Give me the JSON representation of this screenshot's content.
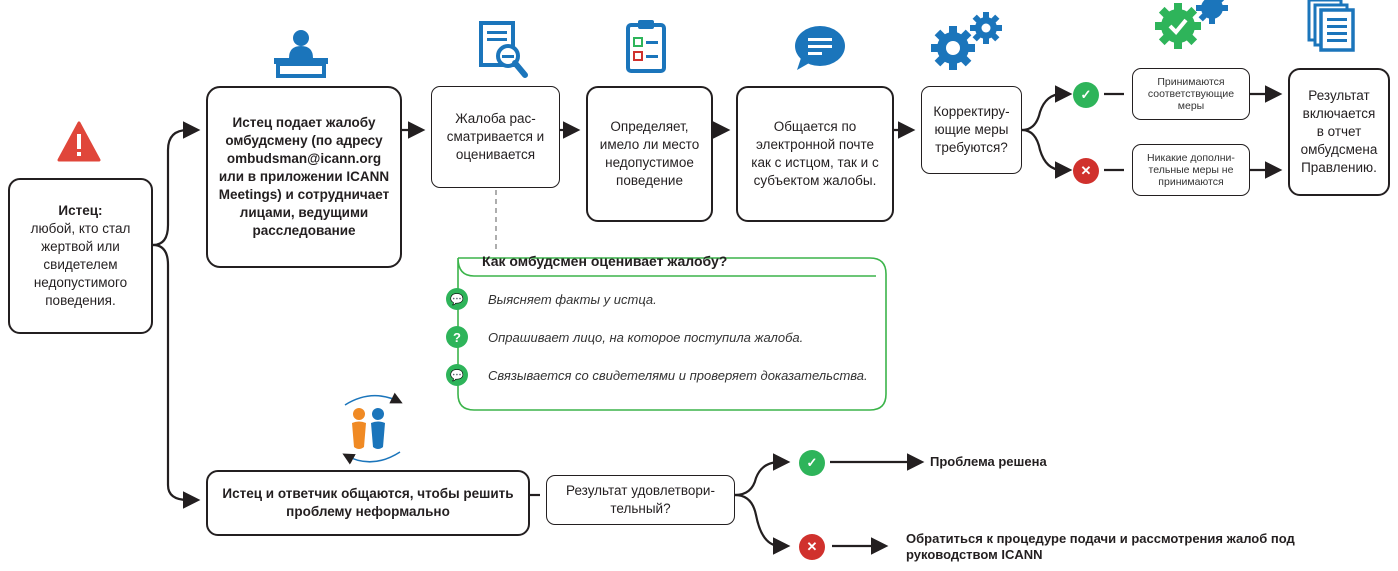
{
  "complainant": {
    "title": "Истец:",
    "text": "любой, кто стал жертвой или свидетелем недопустимого поведения."
  },
  "steps": {
    "file": "Истец подает жалобу омбудсмену (по адресу ombudsman@icann.org или в приложении ICANN Meetings) и сотрудничает лицами, ведущими расследование",
    "review": "Жалоба рас-\nсматривается и\nоценивается",
    "determine": "Определяет,\nимело ли место\nнедопустимое\nповедение",
    "communicate": "Общается по\nэлектронной почте\nкак с истцом, так и с\nсубъектом жалобы.",
    "corrective": "Корректиру-\nющие меры\nтребуются?",
    "accepted": "Принимаются\nсоответствующие\nмеры",
    "not_accepted": "Никакие дополни-\nтельные меры не\nпринимаются",
    "result": "Результат\nвключается\nв отчет\nомбудсмена\nПравлению."
  },
  "evaluation": {
    "title": "Как омбудсмен оценивает жалобу?",
    "items": [
      "Выясняет факты у истца.",
      "Опрашивает лицо, на которое поступила жалоба.",
      "Связывается со свидетелями и проверяет доказательства."
    ]
  },
  "informal": {
    "step": "Истец и ответчик общаются, чтобы решить проблему неформально",
    "question": "Результат удовлетвори-\nтельный?",
    "yes": "Проблема решена",
    "no": "Обратиться к процедуре подачи и рассмотрения жалоб под руководством ICANN"
  },
  "colors": {
    "blue": "#1b75bb",
    "green": "#2eb45a",
    "red": "#d0312d",
    "panel_border": "#3bb44a",
    "warning": "#e0463a"
  },
  "icons": [
    "warning-icon",
    "ombudsman-desk-icon",
    "document-magnifier-icon",
    "checklist-icon",
    "speech-bubble-icon",
    "gears-icon",
    "gear-check-icon",
    "stacked-documents-icon",
    "people-exchange-icon",
    "check-circle-icon",
    "x-circle-icon",
    "speech-alert-icon",
    "question-circle-icon",
    "speech-chat-icon"
  ]
}
